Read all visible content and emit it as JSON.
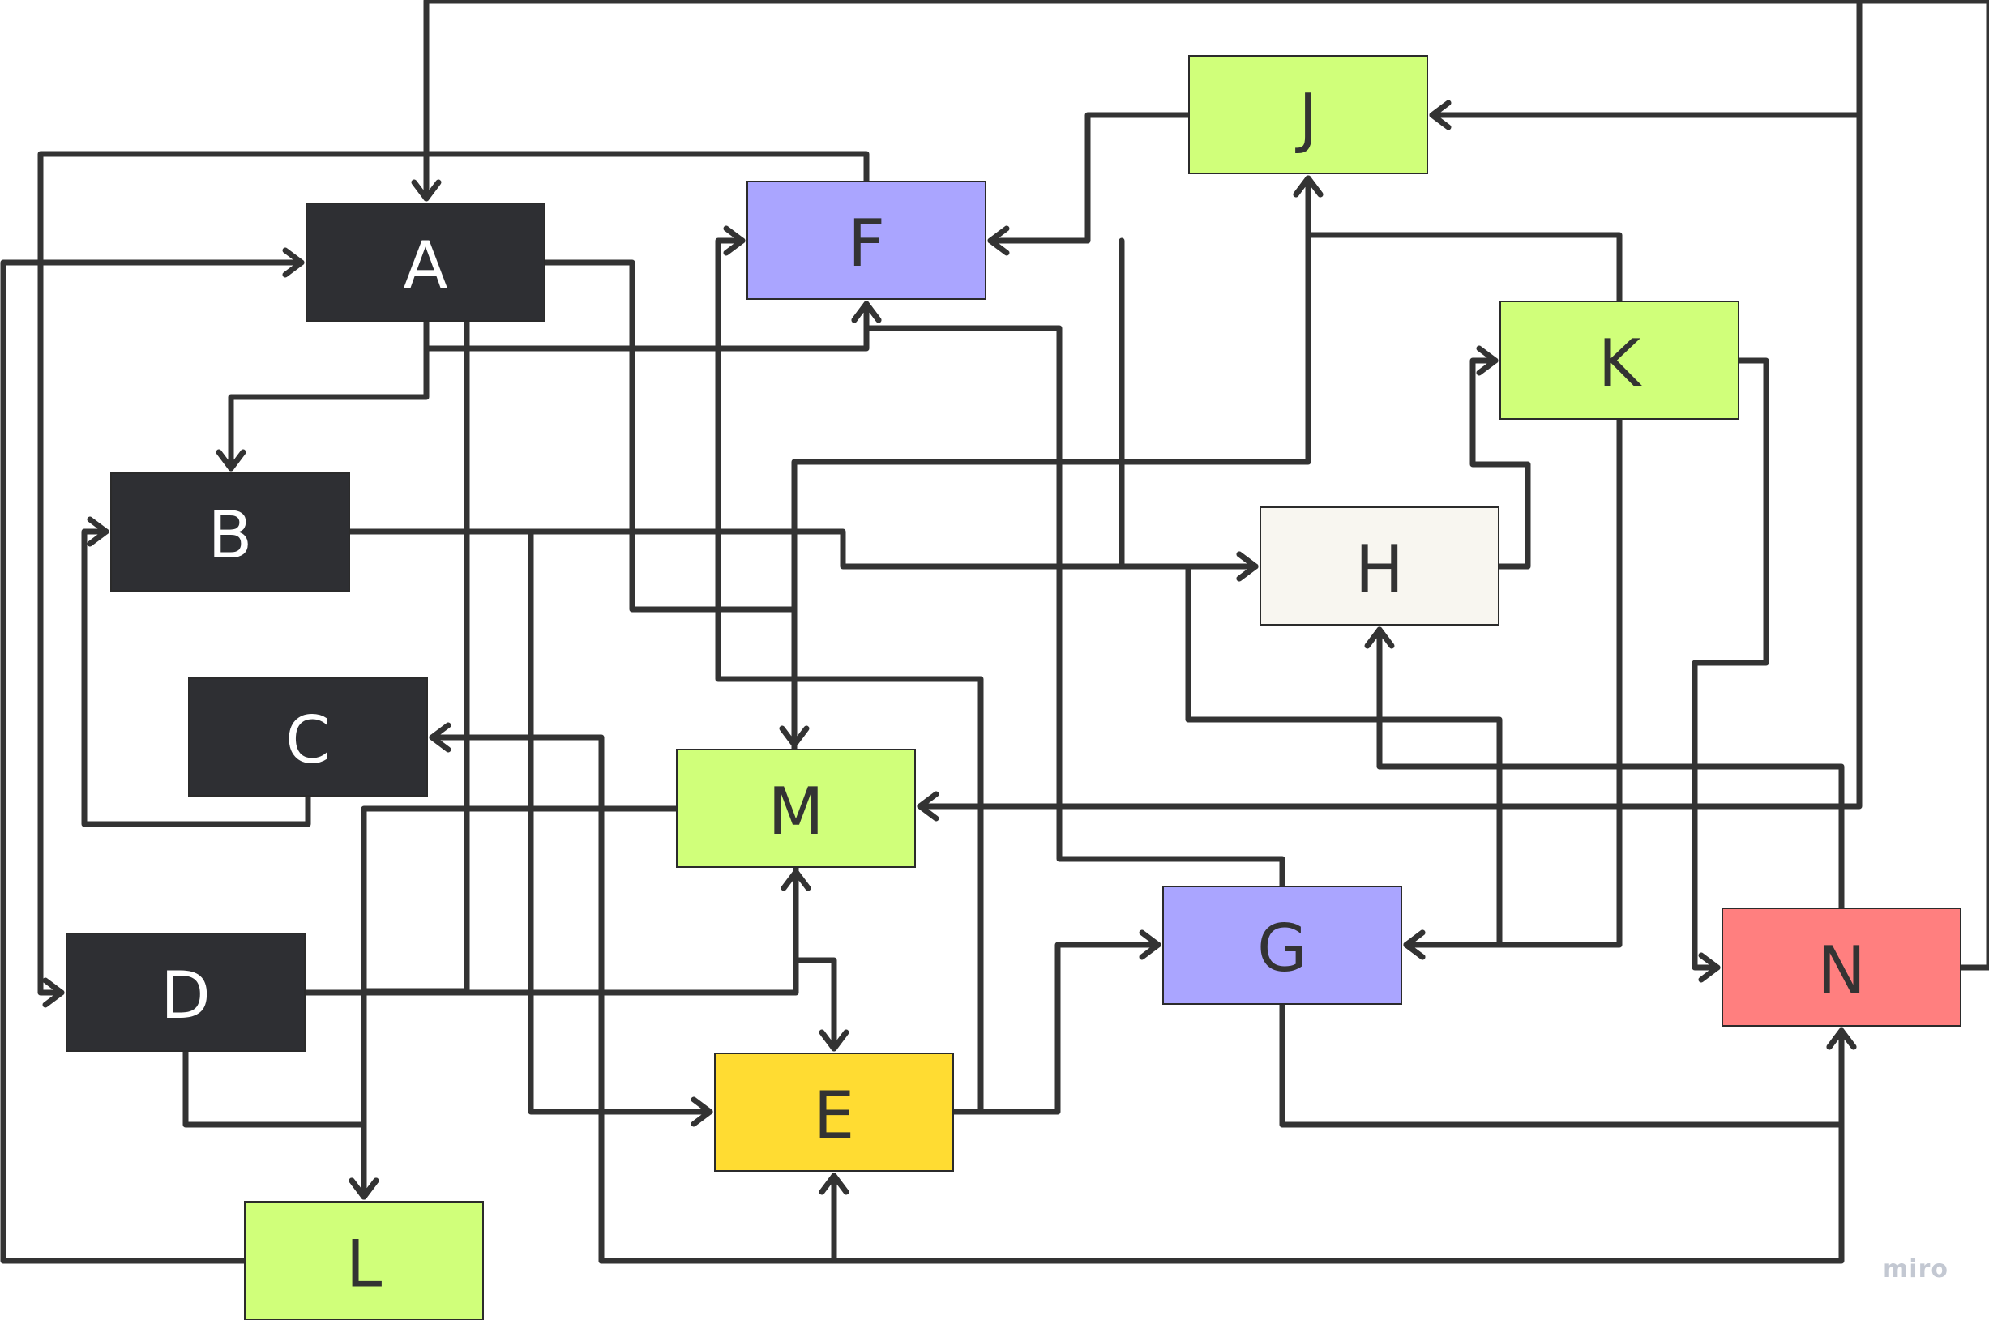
{
  "diagram": {
    "nodes": [
      {
        "id": "A",
        "label": "A",
        "fill": "#2e2f33",
        "text_color": "#ffffff"
      },
      {
        "id": "B",
        "label": "B",
        "fill": "#2e2f33",
        "text_color": "#ffffff"
      },
      {
        "id": "C",
        "label": "C",
        "fill": "#2e2f33",
        "text_color": "#ffffff"
      },
      {
        "id": "D",
        "label": "D",
        "fill": "#2e2f33",
        "text_color": "#ffffff"
      },
      {
        "id": "E",
        "label": "E",
        "fill": "#ffdc32",
        "text_color": "#333333"
      },
      {
        "id": "F",
        "label": "F",
        "fill": "#aaa5ff",
        "text_color": "#333333"
      },
      {
        "id": "G",
        "label": "G",
        "fill": "#aaa5ff",
        "text_color": "#333333"
      },
      {
        "id": "H",
        "label": "H",
        "fill": "#f8f6f0",
        "text_color": "#333333"
      },
      {
        "id": "J",
        "label": "J",
        "fill": "#d0ff7a",
        "text_color": "#333333"
      },
      {
        "id": "K",
        "label": "K",
        "fill": "#d0ff7a",
        "text_color": "#333333"
      },
      {
        "id": "L",
        "label": "L",
        "fill": "#d0ff7a",
        "text_color": "#333333"
      },
      {
        "id": "M",
        "label": "M",
        "fill": "#d0ff7a",
        "text_color": "#333333"
      },
      {
        "id": "N",
        "label": "N",
        "fill": "#ff7f7f",
        "text_color": "#333333"
      }
    ],
    "edges": [
      {
        "from": "A",
        "to": "B"
      },
      {
        "from": "A",
        "to": "F"
      },
      {
        "from": "A",
        "to": "M"
      },
      {
        "from": "A",
        "to": "L"
      },
      {
        "from": "B",
        "to": "E"
      },
      {
        "from": "B",
        "to": "H"
      },
      {
        "from": "C",
        "to": "B"
      },
      {
        "from": "D",
        "to": "M"
      },
      {
        "from": "D",
        "to": "L"
      },
      {
        "from": "E",
        "to": "F"
      },
      {
        "from": "E",
        "to": "G"
      },
      {
        "from": "F",
        "to": "D"
      },
      {
        "from": "G",
        "to": "F"
      },
      {
        "from": "G",
        "to": "N"
      },
      {
        "from": "H",
        "to": "K"
      },
      {
        "from": "H",
        "to": "G"
      },
      {
        "from": "J",
        "to": "F"
      },
      {
        "from": "J",
        "to": "H"
      },
      {
        "from": "K",
        "to": "J"
      },
      {
        "from": "K",
        "to": "G"
      },
      {
        "from": "K",
        "to": "N"
      },
      {
        "from": "L",
        "to": "A"
      },
      {
        "from": "L",
        "to": "C"
      },
      {
        "from": "L",
        "to": "N"
      },
      {
        "from": "L",
        "to": "E"
      },
      {
        "from": "M",
        "to": "J"
      },
      {
        "from": "M",
        "to": "E"
      },
      {
        "from": "M",
        "to": "L"
      },
      {
        "from": "N",
        "to": "J"
      },
      {
        "from": "N",
        "to": "M"
      },
      {
        "from": "N",
        "to": "H"
      },
      {
        "from": "N",
        "to": "A"
      }
    ],
    "edge_color": "#333333",
    "node_border_color": "#2b2b2b"
  },
  "watermark": {
    "text": "miro",
    "color": "#c3c8d2"
  }
}
